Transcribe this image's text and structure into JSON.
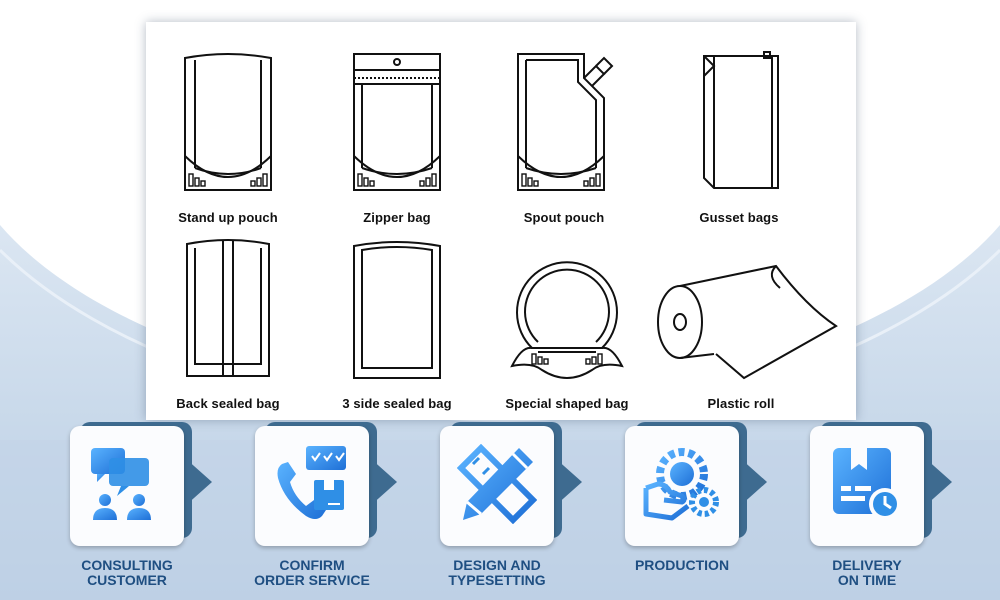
{
  "products": [
    {
      "label": "Stand up pouch"
    },
    {
      "label": "Zipper bag"
    },
    {
      "label": "Spout pouch"
    },
    {
      "label": "Gusset bags"
    },
    {
      "label": "Back sealed bag"
    },
    {
      "label": "3 side sealed bag"
    },
    {
      "label": "Special shaped bag"
    },
    {
      "label": "Plastic roll"
    }
  ],
  "steps": [
    {
      "line1": "CONSULTING",
      "line2": "CUSTOMER",
      "icon": "chat-people-icon"
    },
    {
      "line1": "CONFIRM",
      "line2": "ORDER SERVICE",
      "icon": "phone-order-icon"
    },
    {
      "line1": "DESIGN AND",
      "line2": "TYPESETTING",
      "icon": "pencil-ruler-icon"
    },
    {
      "line1": "PRODUCTION",
      "line2": "",
      "icon": "hand-gear-icon"
    },
    {
      "line1": "DELIVERY",
      "line2": "ON TIME",
      "icon": "box-clock-icon"
    }
  ],
  "colors": {
    "accent": "#2f8fe6",
    "tab": "#3e6b90",
    "caption": "#1f4f82",
    "background": "#c9d9ea"
  }
}
